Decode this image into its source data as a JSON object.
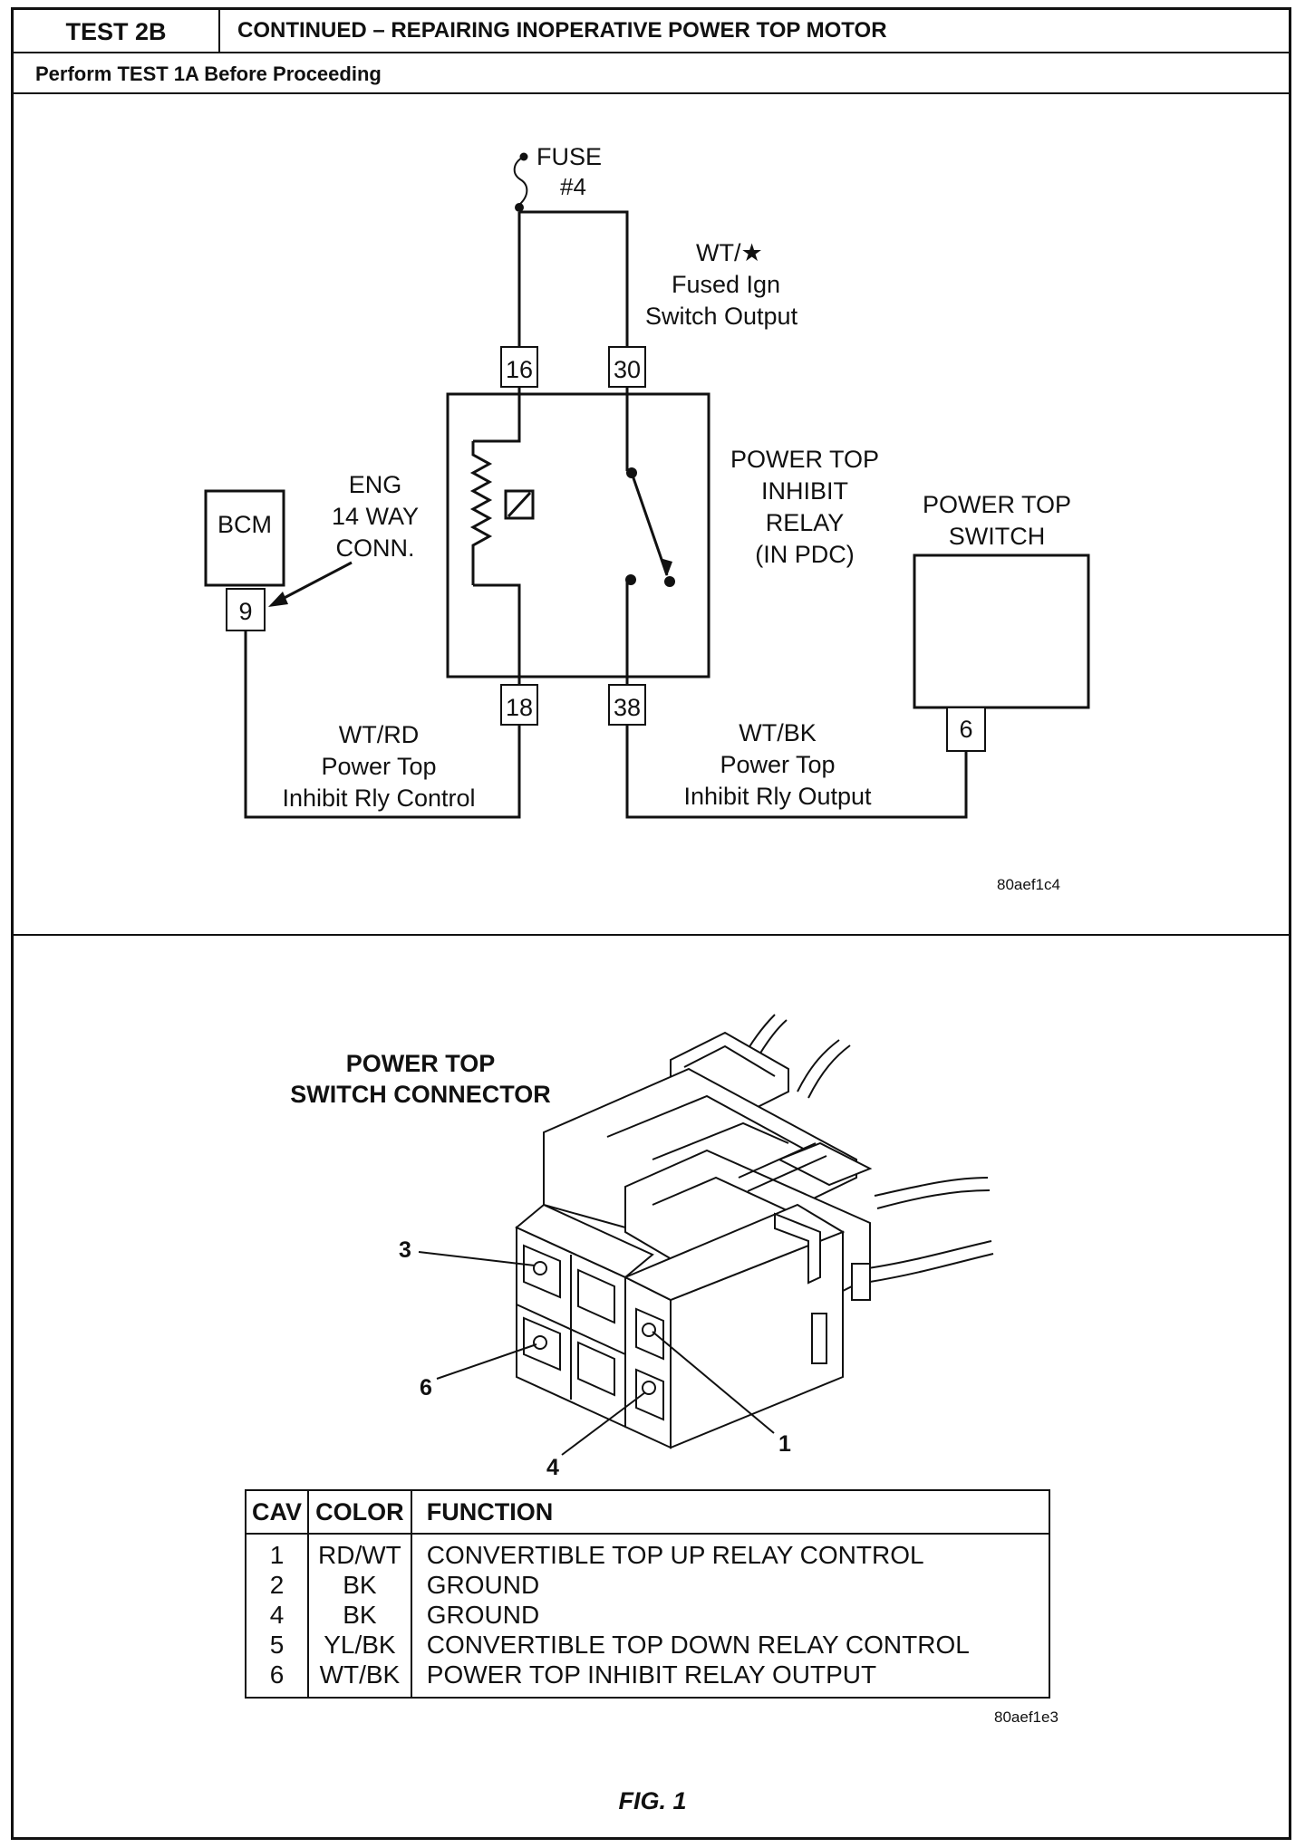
{
  "header": {
    "test_label": "TEST 2B",
    "title": "CONTINUED – REPAIRING INOPERATIVE POWER TOP MOTOR"
  },
  "subheader": "Perform TEST 1A Before Proceeding",
  "schematic": {
    "fuse_label": "FUSE",
    "fuse_number": "#4",
    "wire_top": {
      "color": "WT/★",
      "line2": "Fused Ign",
      "line3": "Switch Output"
    },
    "relay_label": [
      "POWER TOP",
      "INHIBIT",
      "RELAY",
      "(IN PDC)"
    ],
    "pins": {
      "p16": "16",
      "p30": "30",
      "p18": "18",
      "p38": "38"
    },
    "bcm": {
      "label": "BCM",
      "pin": "9"
    },
    "conn_label": [
      "ENG",
      "14 WAY",
      "CONN."
    ],
    "switch": {
      "label": [
        "POWER TOP",
        "SWITCH"
      ],
      "pin": "6"
    },
    "wire_left": {
      "color": "WT/RD",
      "line2": "Power Top",
      "line3": "Inhibit Rly Control"
    },
    "wire_right": {
      "color": "WT/BK",
      "line2": "Power Top",
      "line3": "Inhibit Rly Output"
    },
    "image_code": "80aef1c4"
  },
  "connector_view": {
    "title": [
      "POWER TOP",
      "SWITCH CONNECTOR"
    ],
    "callouts": {
      "c3": "3",
      "c6": "6",
      "c4": "4",
      "c1": "1"
    }
  },
  "table": {
    "headers": [
      "CAV",
      "COLOR",
      "FUNCTION"
    ],
    "rows": [
      {
        "cav": "1",
        "color": "RD/WT",
        "function": "CONVERTIBLE TOP UP RELAY CONTROL"
      },
      {
        "cav": "2",
        "color": "BK",
        "function": "GROUND"
      },
      {
        "cav": "4",
        "color": "BK",
        "function": "GROUND"
      },
      {
        "cav": "5",
        "color": "YL/BK",
        "function": "CONVERTIBLE TOP DOWN RELAY CONTROL"
      },
      {
        "cav": "6",
        "color": "WT/BK",
        "function": "POWER TOP INHIBIT RELAY OUTPUT"
      }
    ]
  },
  "image_code_2": "80aef1e3",
  "figure_caption": "FIG. 1"
}
